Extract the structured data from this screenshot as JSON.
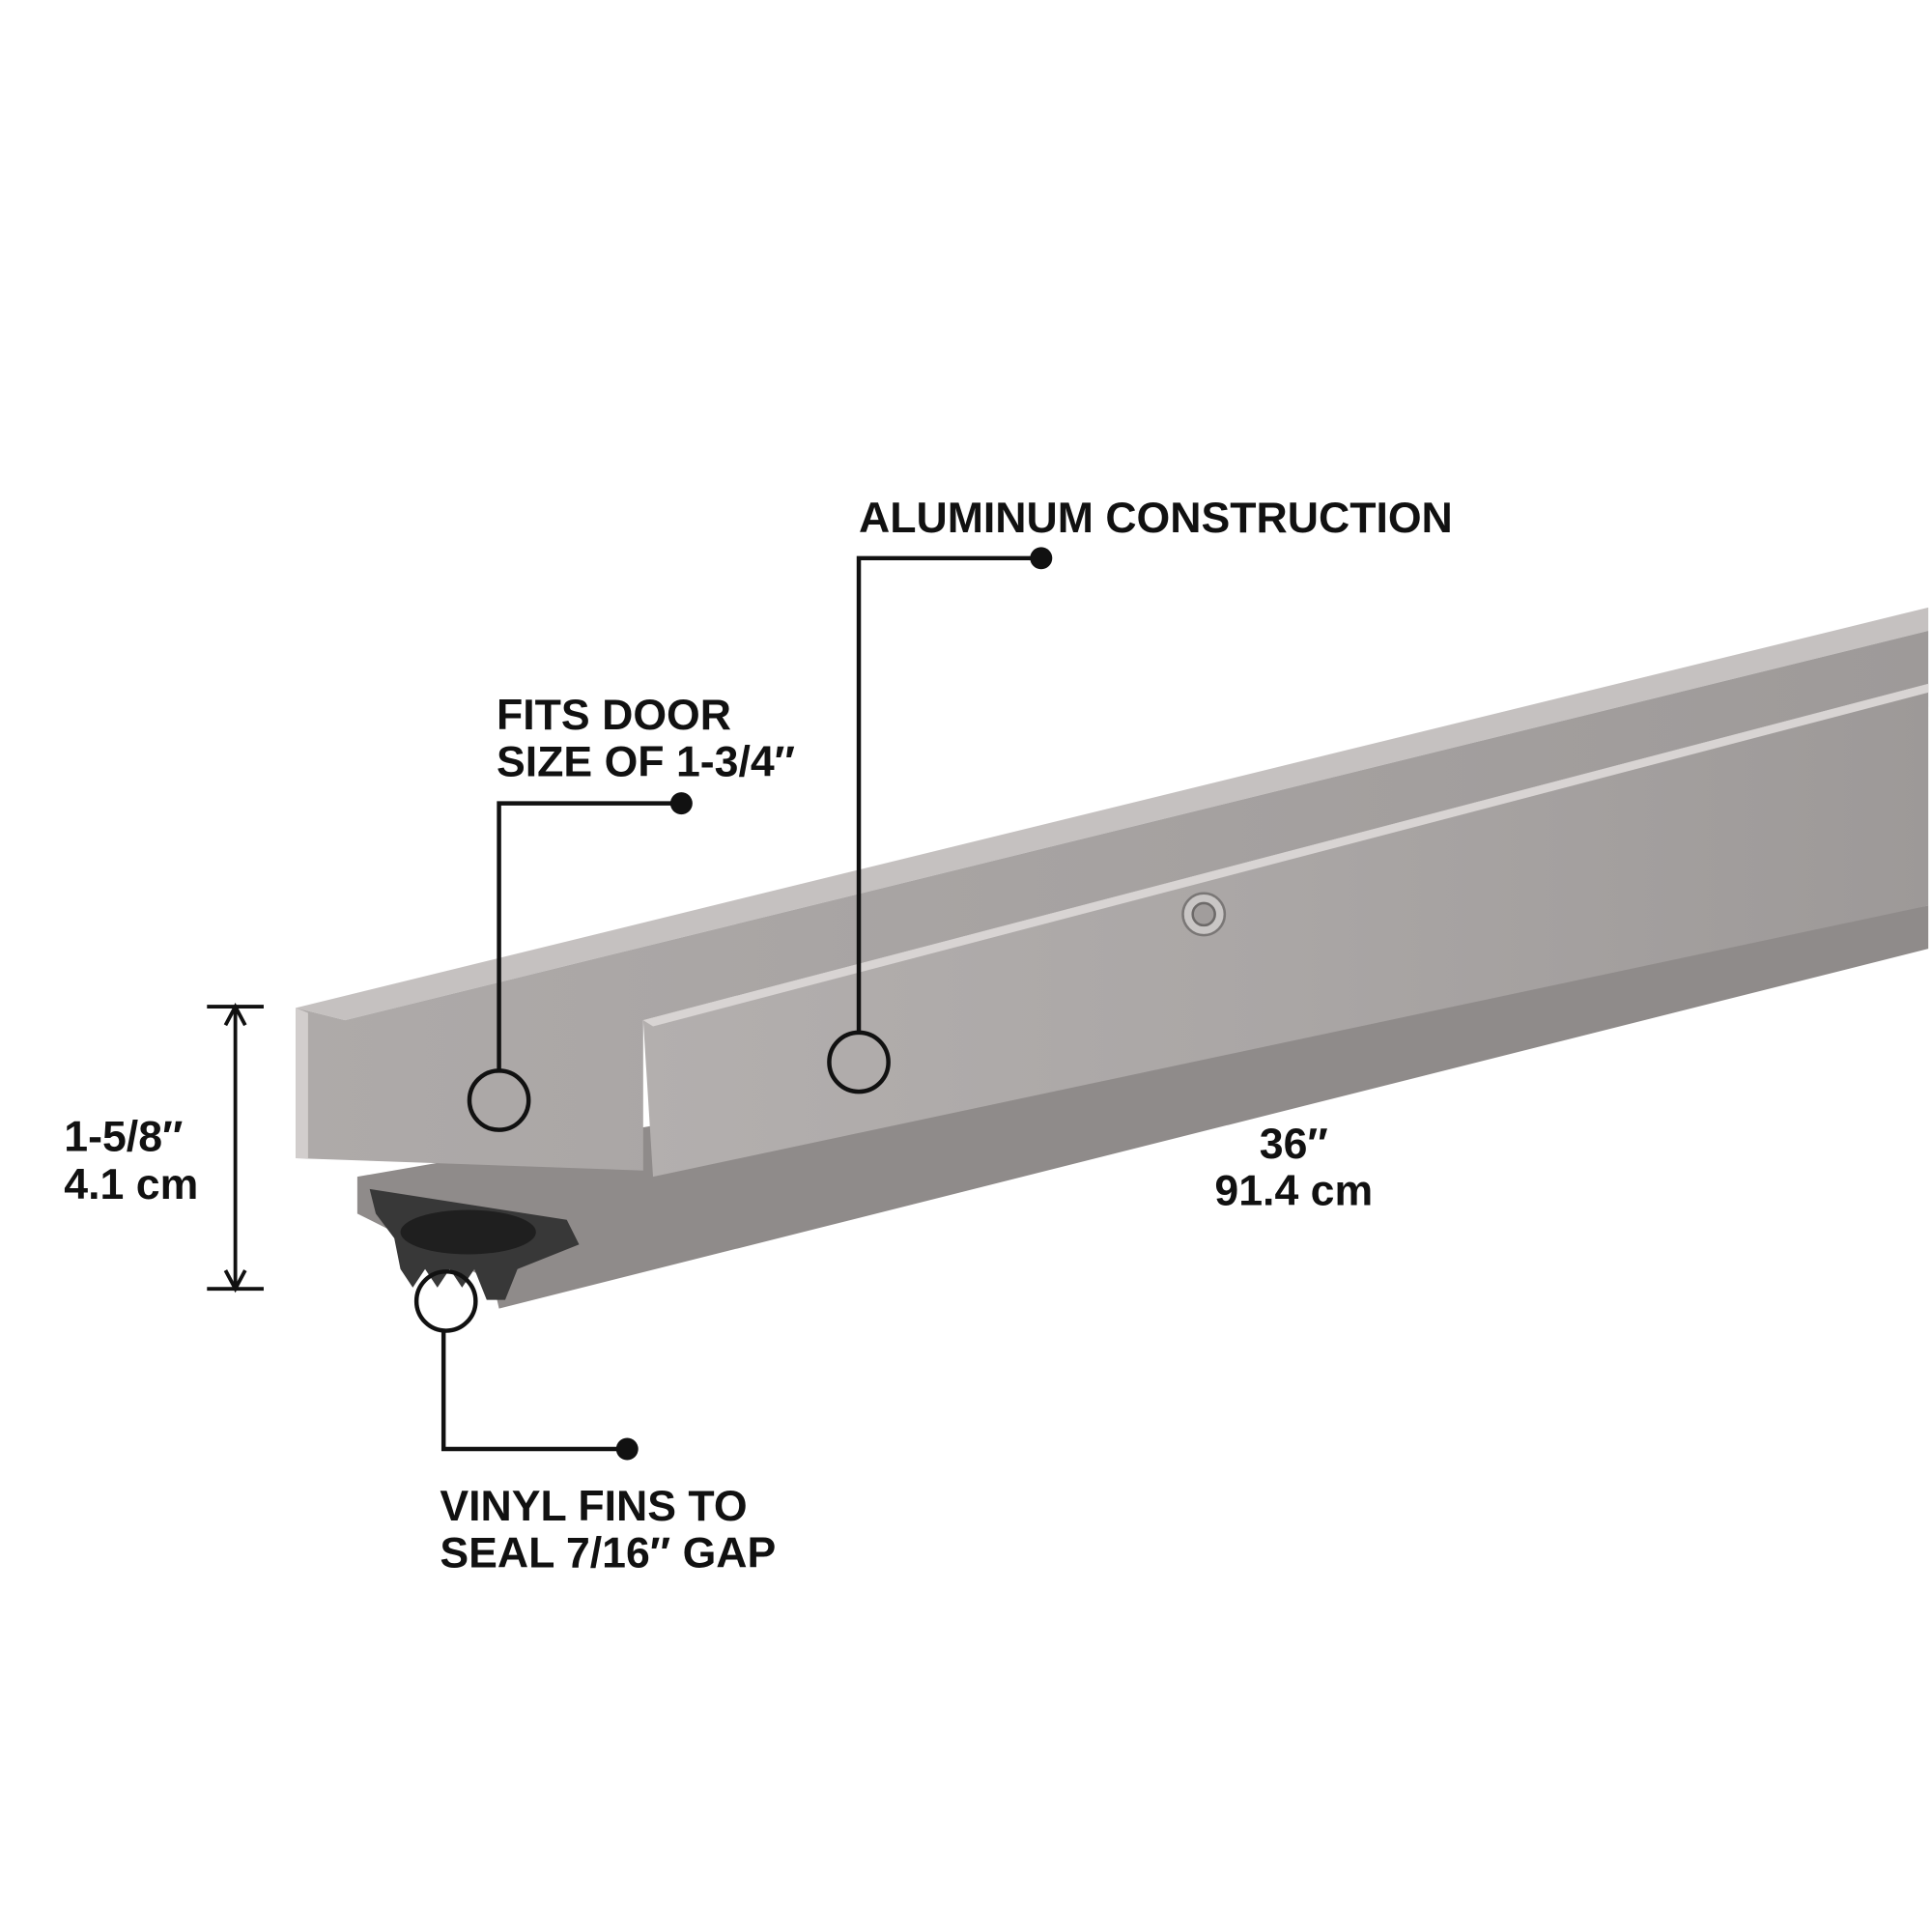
{
  "callouts": {
    "aluminum": {
      "text": "ALUMINUM CONSTRUCTION"
    },
    "door_size": {
      "line1": "FITS DOOR",
      "line2": "SIZE OF 1-3/4″"
    },
    "vinyl": {
      "line1": "VINYL FINS TO",
      "line2": "SEAL 7/16″ GAP"
    }
  },
  "dimensions": {
    "height": {
      "imperial": "1-5/8″",
      "metric": "4.1 cm"
    },
    "length": {
      "imperial": "36″",
      "metric": "91.4 cm"
    }
  },
  "colors": {
    "metal": "#a9a5a4",
    "metal_light": "#c0bcbb",
    "metal_dark": "#8d8988",
    "vinyl": "#383838",
    "ink": "#111111"
  }
}
